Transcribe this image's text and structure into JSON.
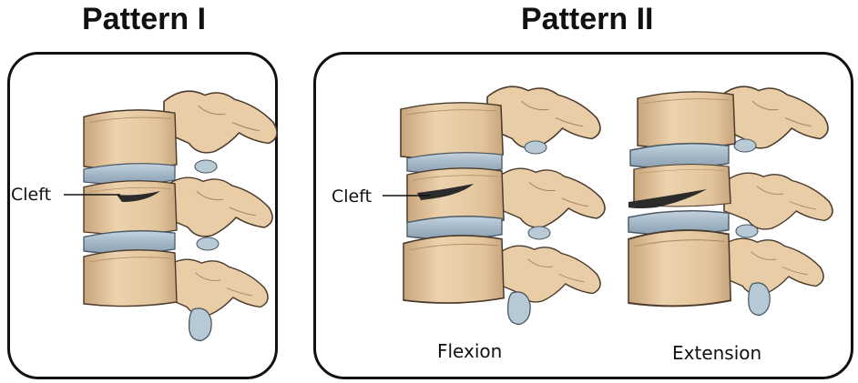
{
  "figure": {
    "pattern1_title": "Pattern I",
    "pattern2_title": "Pattern II",
    "pattern1_cleft_label": "Cleft",
    "pattern2_cleft_label": "Cleft",
    "flexion_label": "Flexion",
    "extension_label": "Extension"
  },
  "colors": {
    "bone": "#e9cfa8",
    "bone_shadow": "#c9a57c",
    "bone_outline": "#4a3a2c",
    "disc": "#a9bccb",
    "disc_outline": "#4b5a66",
    "cleft": "#2b2b2b",
    "panel_border": "#111111"
  },
  "icons": [
    "vertebra-illustration",
    "intervertebral-disc",
    "cleft-defect"
  ]
}
